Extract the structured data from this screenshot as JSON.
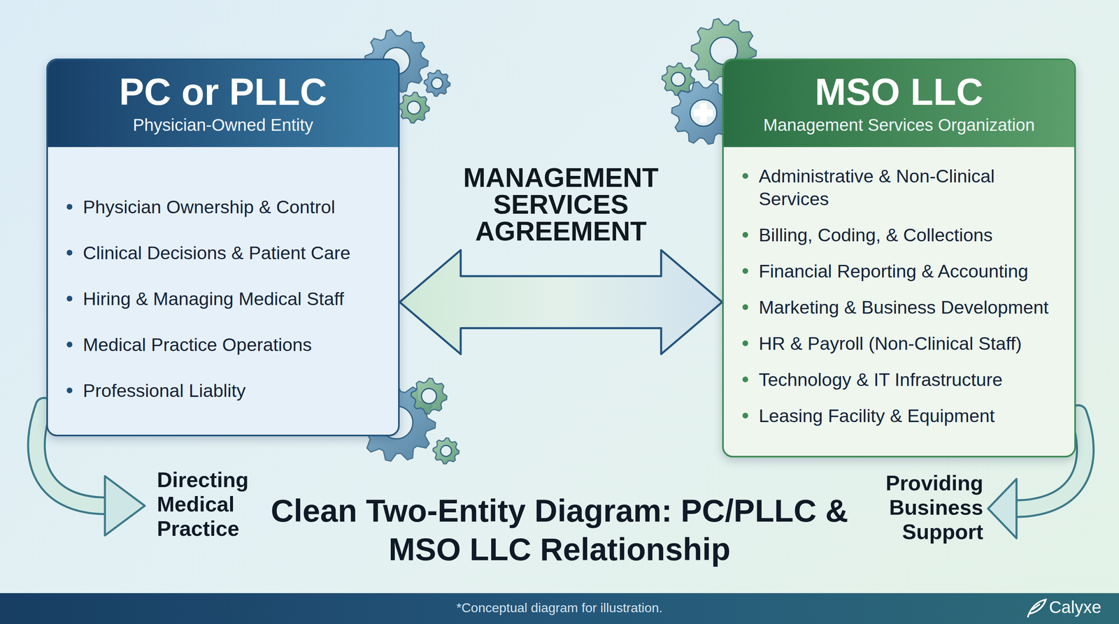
{
  "diagram": {
    "title": "Clean Two-Entity Diagram: PC/PLLC & MSO LLC Relationship",
    "nodes": [
      {
        "text": [
          "PC or PLLC",
          "Physician-Owned Entity",
          "Physician Ownership & Control",
          "Clinical Decisions & Patient Care",
          "Hiring & Managing Medical Staff",
          "Medical Practice Operations",
          "Professional Liablity"
        ]
      },
      {
        "text": [
          "MSO LLC",
          "Management Services Organization",
          "Administrative & Non-Clinical Services",
          "Billing, Coding, & Collections",
          "Financial Reporting & Accounting",
          "Marketing & Business Development",
          "HR & Payroll (Non-Clinical Staff)",
          "Technology & IT Infrastructure",
          "Leasing Facility & Equipment"
        ]
      }
    ],
    "edges": [
      {
        "from": 0,
        "to": 1,
        "arrow": "both",
        "label": "MANAGEMENT SERVICES AGREEMENT"
      }
    ],
    "labels": [
      "Directing Medical Practice",
      "Providing Business Support",
      "*Conceptual diagram for illustration.",
      "Calyxe"
    ]
  }
}
